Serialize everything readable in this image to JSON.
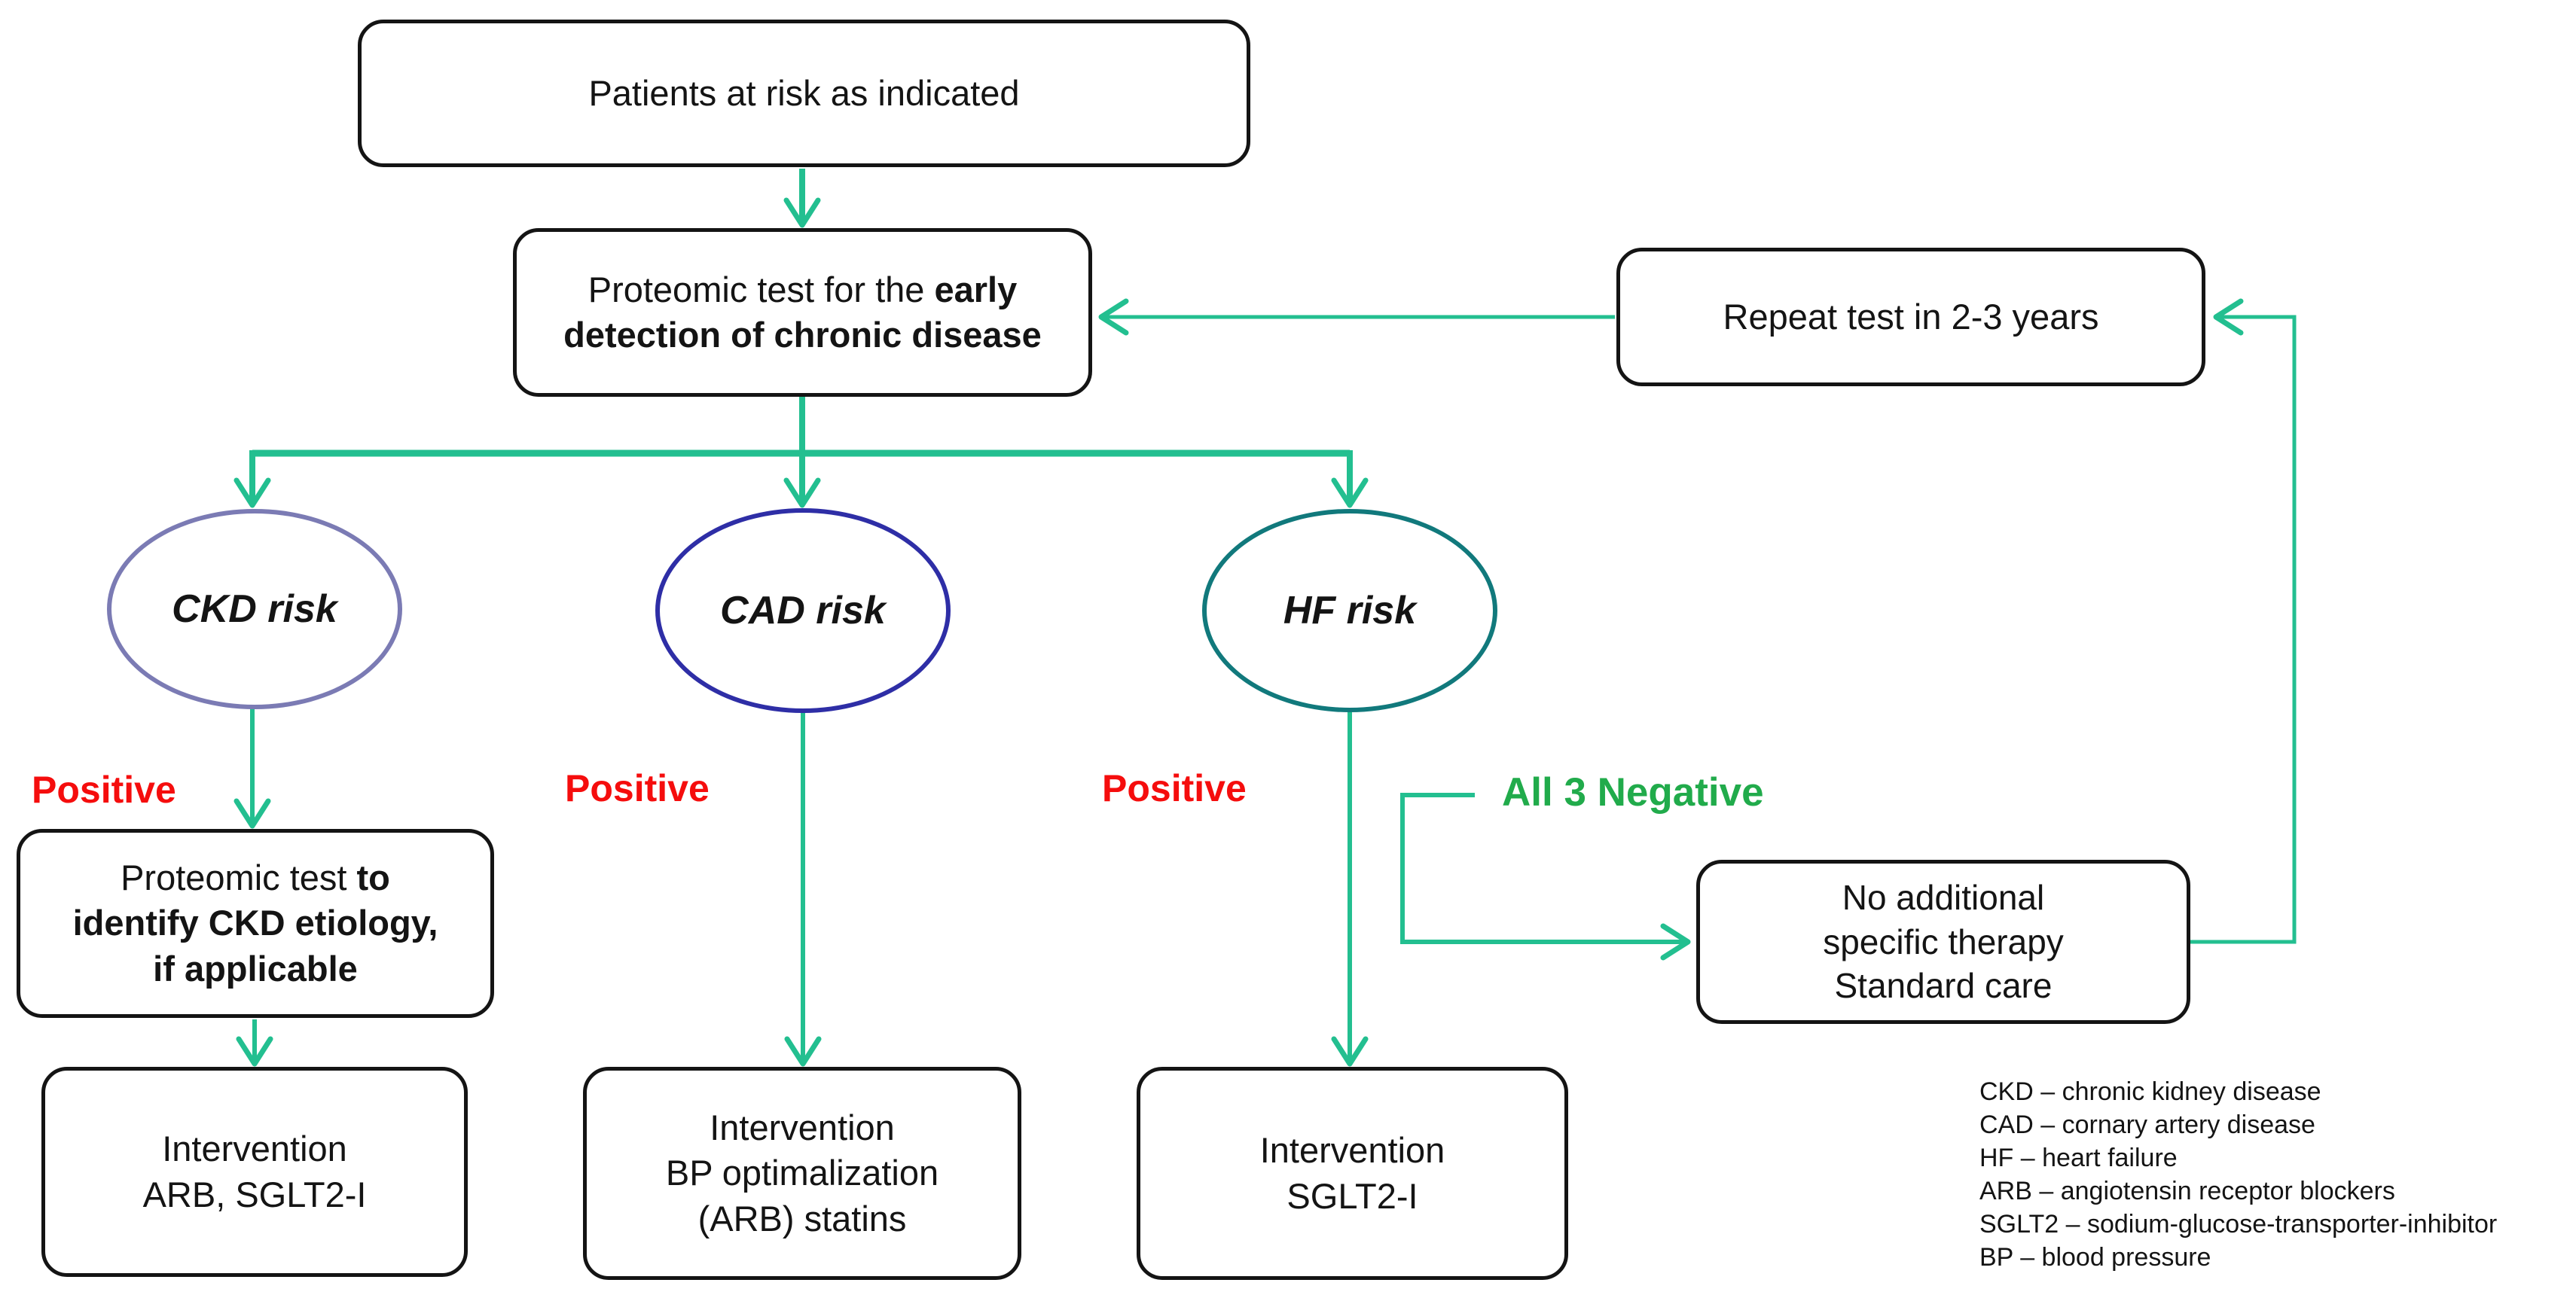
{
  "colors": {
    "bg": "#ffffff",
    "ink": "#141414",
    "border": "#141414",
    "arrow": "#23bf90",
    "positive": "#f50d0d",
    "negative": "#21ab4b",
    "ckd": "#7b7bb4",
    "cad": "#2e2ea6",
    "hf": "#11797c"
  },
  "nodes": {
    "patients": {
      "label": "Patients at risk as indicated"
    },
    "proteomic": {
      "label_regular": "Proteomic test for the ",
      "label_bold": "early\ndetection of chronic disease"
    },
    "repeat": {
      "label": "Repeat test in 2-3 years"
    },
    "ckd": {
      "label": "CKD risk"
    },
    "cad": {
      "label": "CAD risk"
    },
    "hf": {
      "label": "HF risk"
    },
    "etiology": {
      "label_regular": "Proteomic test ",
      "label_bold": "to\nidentify CKD etiology,\nif applicable"
    },
    "intervention_ckd": {
      "label": "Intervention\nARB, SGLT2-I"
    },
    "intervention_cad": {
      "label": "Intervention\nBP optimalization\n(ARB) statins"
    },
    "intervention_hf": {
      "label": "Intervention\nSGLT2-I"
    },
    "no_additional": {
      "label": "No additional\nspecific therapy\nStandard care"
    }
  },
  "edge_labels": {
    "positive_ckd": "Positive",
    "positive_cad": "Positive",
    "positive_hf": "Positive",
    "all_negative": "All 3 Negative"
  },
  "legend": {
    "items": [
      "CKD – chronic kidney disease",
      "CAD – cornary artery disease",
      "HF – heart failure",
      "ARB – angiotensin receptor blockers",
      "SGLT2 – sodium-glucose-transporter-inhibitor",
      "BP – blood pressure"
    ]
  }
}
